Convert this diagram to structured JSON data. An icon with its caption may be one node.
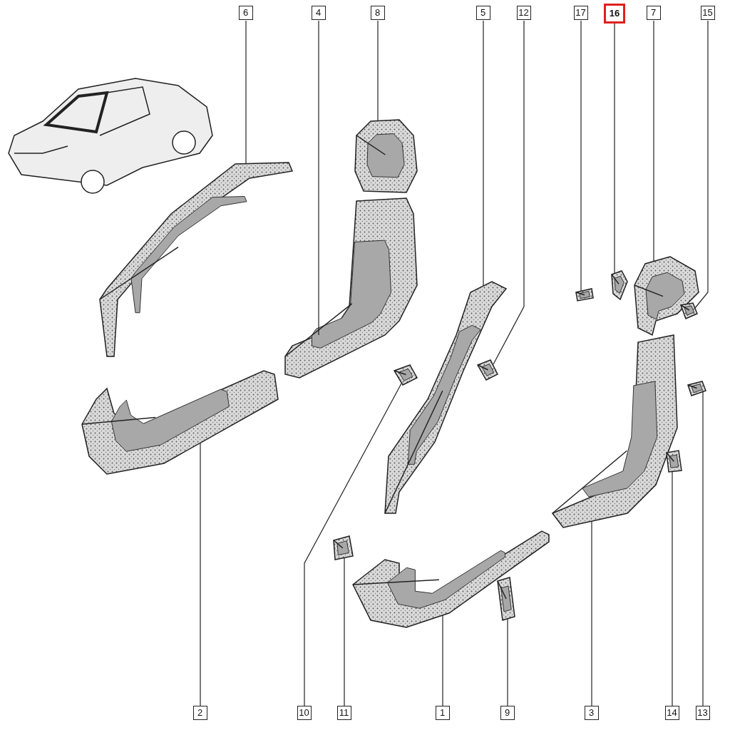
{
  "diagram": {
    "nodes": [
      {
        "text": [
          "6"
        ]
      },
      {
        "text": [
          "4"
        ]
      },
      {
        "text": [
          "8"
        ]
      },
      {
        "text": [
          "5"
        ]
      },
      {
        "text": [
          "12"
        ]
      },
      {
        "text": [
          "17"
        ]
      },
      {
        "text": [
          "16"
        ]
      },
      {
        "text": [
          "7"
        ]
      },
      {
        "text": [
          "15"
        ]
      },
      {
        "text": [
          "2"
        ]
      },
      {
        "text": [
          "10"
        ]
      },
      {
        "text": [
          "11"
        ]
      },
      {
        "text": [
          "1"
        ]
      },
      {
        "text": [
          "9"
        ]
      },
      {
        "text": [
          "3"
        ]
      },
      {
        "text": [
          "14"
        ]
      },
      {
        "text": [
          "13"
        ]
      },
      {
        "text": [],
        "shape": "picture"
      },
      {
        "text": [],
        "shape": "picture"
      },
      {
        "text": [],
        "shape": "picture"
      },
      {
        "text": [],
        "shape": "picture"
      },
      {
        "text": [],
        "shape": "picture"
      },
      {
        "text": [],
        "shape": "picture"
      },
      {
        "text": [],
        "shape": "picture"
      },
      {
        "text": [],
        "shape": "picture"
      },
      {
        "text": [],
        "shape": "picture"
      },
      {
        "text": [],
        "shape": "picture"
      },
      {
        "text": [],
        "shape": "picture"
      },
      {
        "text": [],
        "shape": "picture"
      },
      {
        "text": [],
        "shape": "picture"
      },
      {
        "text": [],
        "shape": "picture"
      },
      {
        "text": [],
        "shape": "picture"
      },
      {
        "text": [],
        "shape": "picture"
      },
      {
        "text": [],
        "shape": "picture"
      }
    ],
    "edges": [
      {
        "from": 0,
        "to": 17,
        "arrow": "none"
      },
      {
        "from": 1,
        "to": 18,
        "arrow": "none"
      },
      {
        "from": 2,
        "to": 19,
        "arrow": "none"
      },
      {
        "from": 3,
        "to": 20,
        "arrow": "none"
      },
      {
        "from": 4,
        "to": 21,
        "arrow": "none"
      },
      {
        "from": 5,
        "to": 22,
        "arrow": "none"
      },
      {
        "from": 6,
        "to": 23,
        "arrow": "none"
      },
      {
        "from": 7,
        "to": 24,
        "arrow": "none"
      },
      {
        "from": 8,
        "to": 25,
        "arrow": "none"
      },
      {
        "from": 9,
        "to": 26,
        "arrow": "none"
      },
      {
        "from": 10,
        "to": 27,
        "arrow": "none"
      },
      {
        "from": 11,
        "to": 28,
        "arrow": "none"
      },
      {
        "from": 12,
        "to": 29,
        "arrow": "none"
      },
      {
        "from": 13,
        "to": 30,
        "arrow": "none"
      },
      {
        "from": 14,
        "to": 31,
        "arrow": "none"
      },
      {
        "from": 15,
        "to": 32,
        "arrow": "none"
      },
      {
        "from": 16,
        "to": 33,
        "arrow": "none"
      }
    ]
  }
}
